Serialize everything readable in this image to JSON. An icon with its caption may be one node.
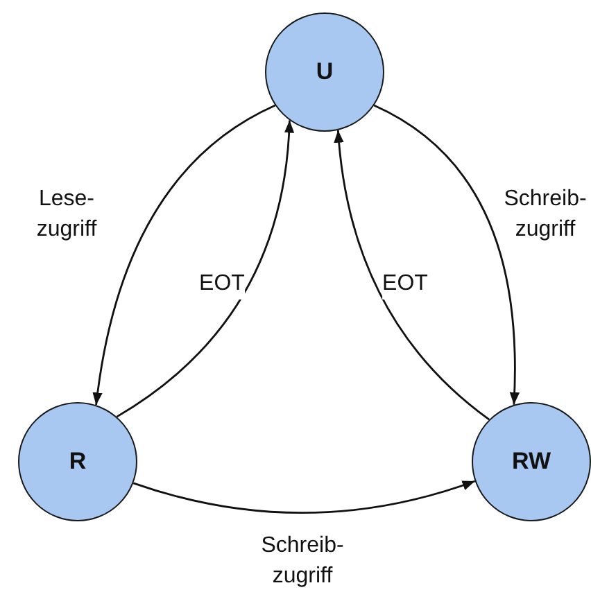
{
  "diagram": {
    "nodes": [
      {
        "text": [
          "U"
        ]
      },
      {
        "text": [
          "R"
        ]
      },
      {
        "text": [
          "RW"
        ]
      }
    ],
    "edges": [
      {
        "from": 0,
        "to": 1,
        "arrow": "to",
        "label": "Lese- zugriff"
      },
      {
        "from": 1,
        "to": 0,
        "arrow": "to",
        "label": "EOT"
      },
      {
        "from": 0,
        "to": 2,
        "arrow": "to",
        "label": "Schreib- zugriff"
      },
      {
        "from": 2,
        "to": 0,
        "arrow": "to",
        "label": "EOT"
      },
      {
        "from": 1,
        "to": 2,
        "arrow": "to",
        "label": "Schreib- zugriff"
      }
    ]
  }
}
